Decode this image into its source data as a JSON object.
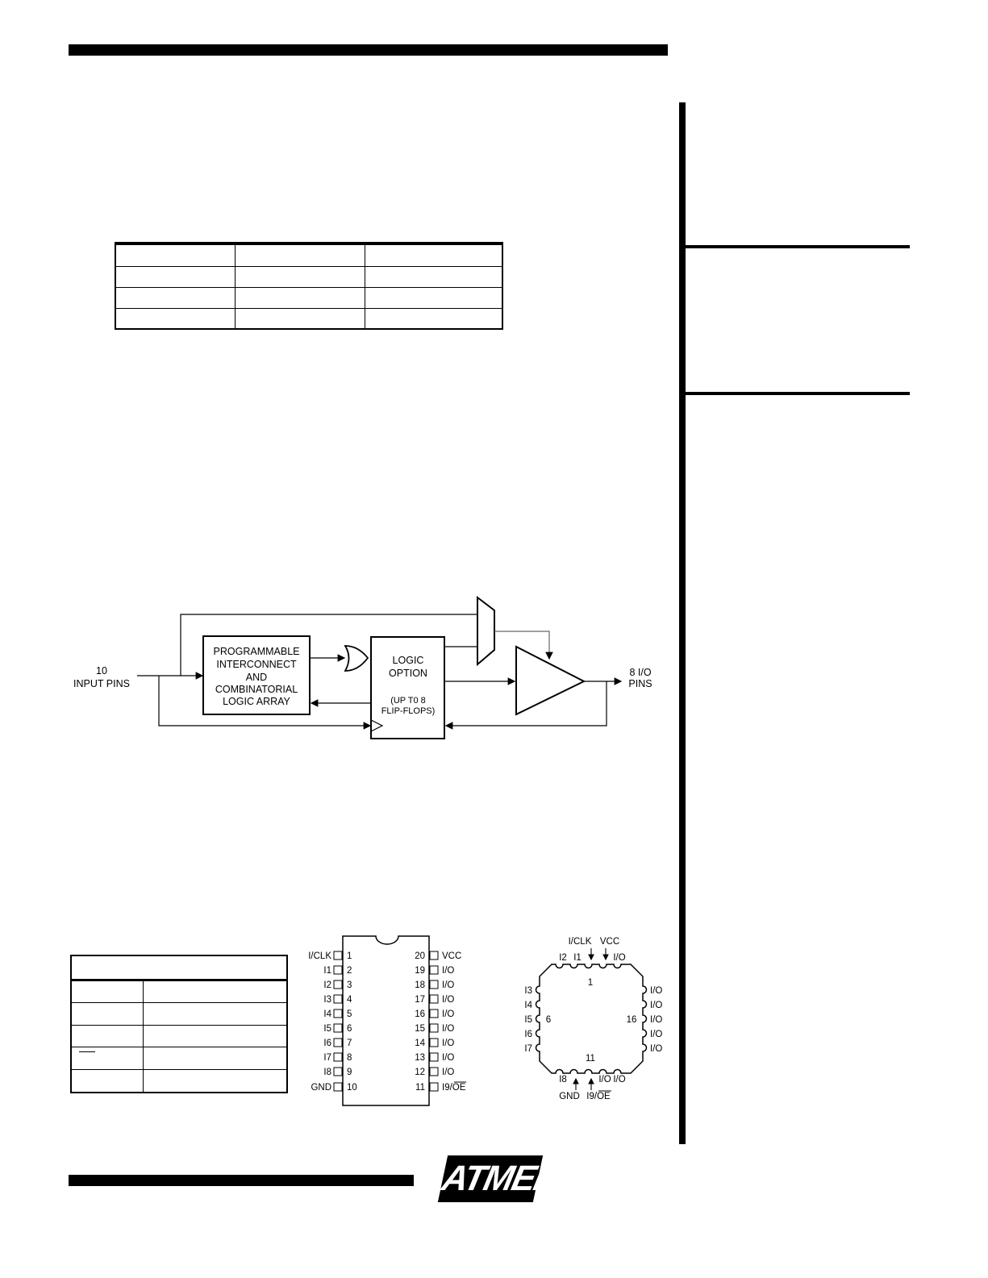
{
  "block_diagram": {
    "input_label_1": "10",
    "input_label_2": "INPUT  PINS",
    "array_lines": [
      "PROGRAMMABLE",
      "INTERCONNECT",
      "AND",
      "COMBINATORIAL",
      "LOGIC  ARRAY"
    ],
    "logic_lines": [
      "LOGIC",
      "OPTION"
    ],
    "flipflop_lines": [
      "(UP  T0  8",
      "FLIP-FLOPS)"
    ],
    "output_label_1": "8  I/O",
    "output_label_2": "PINS"
  },
  "dip": {
    "left_pins": [
      {
        "name": "I/CLK",
        "num": "1"
      },
      {
        "name": "I1",
        "num": "2"
      },
      {
        "name": "I2",
        "num": "3"
      },
      {
        "name": "I3",
        "num": "4"
      },
      {
        "name": "I4",
        "num": "5"
      },
      {
        "name": "I5",
        "num": "6"
      },
      {
        "name": "I6",
        "num": "7"
      },
      {
        "name": "I7",
        "num": "8"
      },
      {
        "name": "I8",
        "num": "9"
      },
      {
        "name": "GND",
        "num": "10"
      }
    ],
    "right_pins": [
      {
        "name": "VCC",
        "num": "20"
      },
      {
        "name": "I/O",
        "num": "19"
      },
      {
        "name": "I/O",
        "num": "18"
      },
      {
        "name": "I/O",
        "num": "17"
      },
      {
        "name": "I/O",
        "num": "16"
      },
      {
        "name": "I/O",
        "num": "15"
      },
      {
        "name": "I/O",
        "num": "14"
      },
      {
        "name": "I/O",
        "num": "13"
      },
      {
        "name": "I/O",
        "num": "12"
      },
      {
        "name": "I9/OE",
        "num": "11"
      }
    ]
  },
  "plcc": {
    "top_arrow_labels": [
      "I/CLK",
      "VCC"
    ],
    "top_pin_labels": [
      "I2",
      "I1",
      "I/O"
    ],
    "pin1_label": "1",
    "left_labels": [
      "I3",
      "I4",
      "I5",
      "I6",
      "I7"
    ],
    "pin6_label": "6",
    "pin16_label": "16",
    "right_labels": [
      "I/O",
      "I/O",
      "I/O",
      "I/O",
      "I/O"
    ],
    "pin11_label": "11",
    "bottom_pin_labels": [
      "I8",
      "I/O",
      "I/O"
    ],
    "bottom_arrow_labels": [
      "GND",
      "I9/OE"
    ]
  },
  "logo": {
    "text": "ATMEL"
  }
}
